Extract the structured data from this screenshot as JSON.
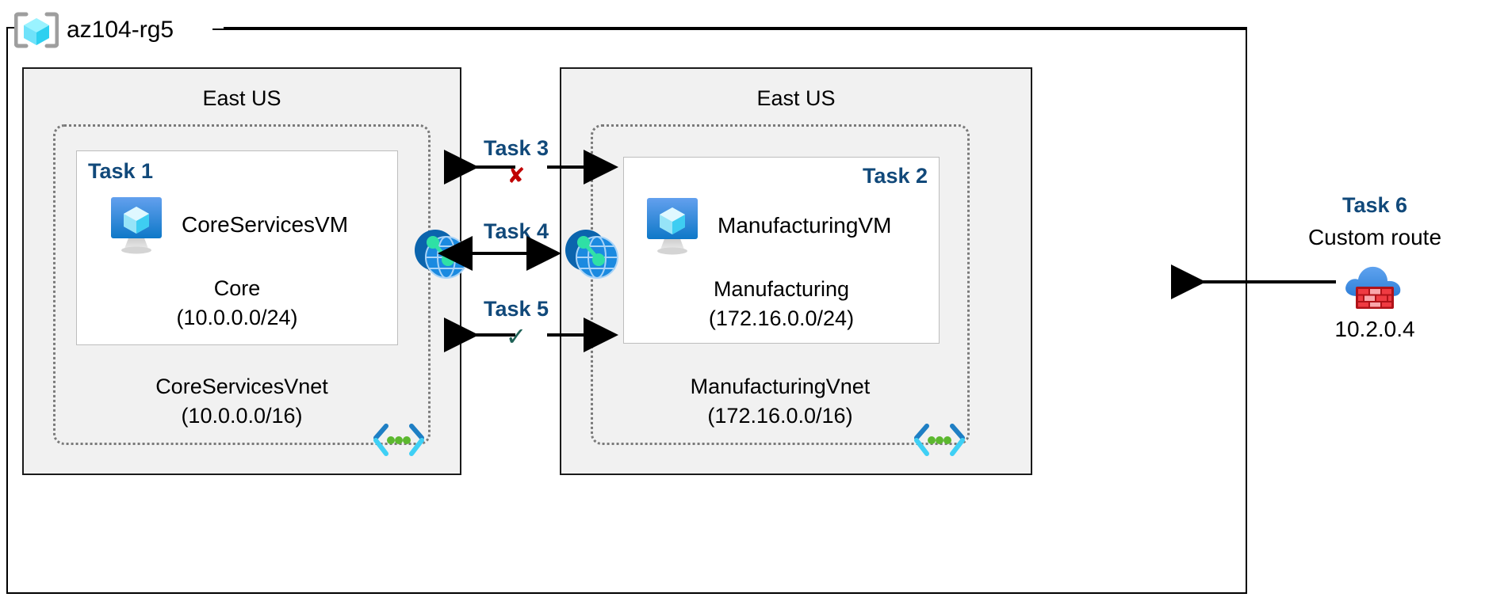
{
  "diagram": {
    "resource_group": {
      "name": "az104-rg5",
      "icon": "azure-resource-group-icon"
    },
    "regions": [
      {
        "id": "left",
        "label": "East US"
      },
      {
        "id": "right",
        "label": "East US"
      }
    ],
    "vnets": [
      {
        "id": "core",
        "name": "CoreServicesVnet",
        "address_space": "(10.0.0.0/16)",
        "label": "CoreServicesVnet\n(10.0.0.0/16)",
        "icon": "vnet-icon"
      },
      {
        "id": "manufacturing",
        "name": "ManufacturingVnet",
        "address_space": "(172.16.0.0/16)",
        "label": "ManufacturingVnet\n(172.16.0.0/16)",
        "icon": "vnet-icon"
      }
    ],
    "subnets": [
      {
        "id": "core-subnet",
        "task": "Task 1",
        "vm_name": "CoreServicesVM",
        "vm_icon": "virtual-machine-icon",
        "name": "Core",
        "address_prefix": "(10.0.0.0/24)",
        "label": "Core\n(10.0.0.0/24)"
      },
      {
        "id": "manufacturing-subnet",
        "task": "Task 2",
        "vm_name": "ManufacturingVM",
        "vm_icon": "virtual-machine-icon",
        "name": "Manufacturing",
        "address_prefix": "(172.16.0.0/24)",
        "label": "Manufacturing\n(172.16.0.0/24)"
      }
    ],
    "connections": [
      {
        "id": "task3",
        "label": "Task 3",
        "mark": "✘",
        "mark_kind": "cross",
        "direction": "bidirectional-split"
      },
      {
        "id": "task4",
        "label": "Task 4",
        "mark": "",
        "mark_kind": "none",
        "direction": "bidirectional"
      },
      {
        "id": "task5",
        "label": "Task 5",
        "mark": "✓",
        "mark_kind": "check",
        "direction": "bidirectional-split"
      }
    ],
    "peerings": [
      {
        "id": "peering-left",
        "icon": "vnet-peering-icon"
      },
      {
        "id": "peering-right",
        "icon": "vnet-peering-icon"
      }
    ],
    "route": {
      "task": "Task 6",
      "title": "Custom route",
      "next_hop_ip": "10.2.0.4",
      "icon": "firewall-icon"
    },
    "colors": {
      "task_label": "#11497a",
      "cross": "#c00000",
      "check": "#1f6257",
      "region_fill": "#f1f1f1",
      "vnet_border": "#7a7a7a",
      "subnet_border": "#bdbdbd",
      "azure_blue": "#0f7ac8",
      "cyan": "#3fd0f5",
      "green_dot": "#5cb82f",
      "firewall_red": "#e01b24"
    }
  }
}
